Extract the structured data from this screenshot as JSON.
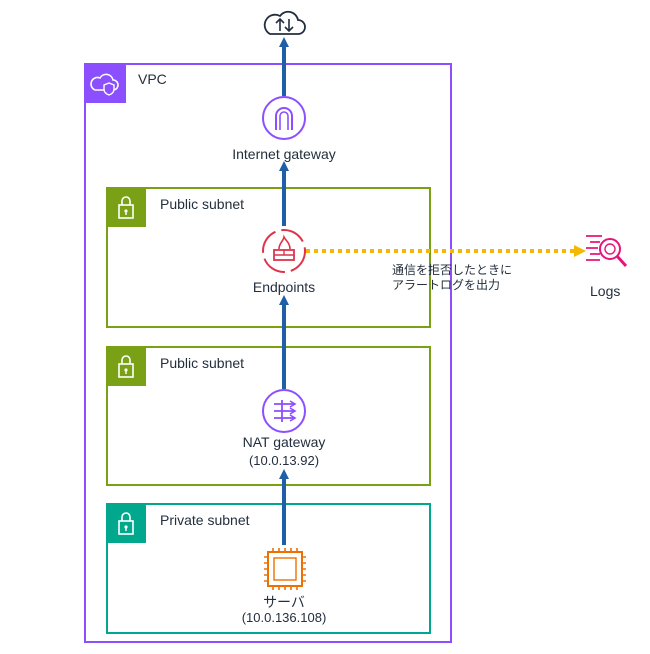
{
  "vpc": {
    "label": "VPC"
  },
  "subnets": [
    {
      "label": "Public subnet"
    },
    {
      "label": "Public subnet"
    },
    {
      "label": "Private subnet"
    }
  ],
  "nodes": {
    "internet_gateway": {
      "label": "Internet gateway"
    },
    "endpoints": {
      "label": "Endpoints"
    },
    "nat_gateway": {
      "label": "NAT gateway",
      "ip": "(10.0.13.92)"
    },
    "server": {
      "label": "サーバ",
      "ip": "(10.0.136.108)"
    },
    "logs": {
      "label": "Logs"
    }
  },
  "annotation": {
    "text": "通信を拒否したときに\nアラートログを出力"
  },
  "colors": {
    "vpc": "#8c4fff",
    "public_subnet": "#7aa116",
    "private_subnet": "#01a88d",
    "arrow": "#1f5fa8",
    "log_arrow": "#f5b800",
    "firewall": "#dd344c",
    "compute": "#ed7100",
    "logs": "#e7157b"
  }
}
